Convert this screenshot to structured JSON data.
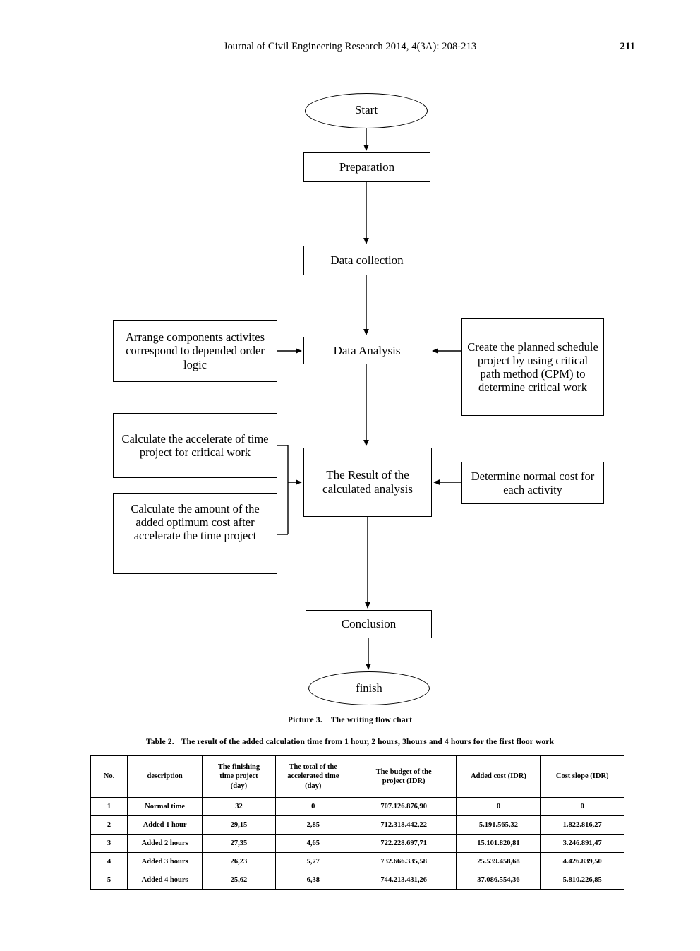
{
  "header": {
    "title": "Journal of Civil Engineering Research 2014, 4(3A): 208-213",
    "page_number": "211"
  },
  "flowchart": {
    "nodes": {
      "start": "Start",
      "preparation": "Preparation",
      "data_collection": "Data collection",
      "arrange_components": "Arrange components activites correspond to depended order logic",
      "data_analysis": "Data Analysis",
      "create_schedule": "Create the planned schedule project by using critical path method (CPM) to determine critical work",
      "calculate_accelerate": "Calculate the accelerate of time project for critical work",
      "result_analysis": "The Result of the calculated analysis",
      "determine_normal_cost": "Determine normal cost for each activity",
      "calculate_added_cost": "Calculate the amount of the added optimum cost after accelerate the time project",
      "conclusion": "Conclusion",
      "finish": "finish"
    }
  },
  "picture_caption": {
    "label": "Picture 3.",
    "text": "The writing flow chart"
  },
  "table_caption": {
    "label": "Table 2.",
    "text": "The result of the added calculation time from 1 hour, 2 hours, 3hours and 4 hours for the first floor work"
  },
  "table": {
    "headers": [
      "No.",
      "description",
      "The finishing time project (day)",
      "The total of the accelerated time (day)",
      "The budget of the project (IDR)",
      "Added cost (IDR)",
      "Cost slope (IDR)"
    ],
    "header_lines": {
      "h0": [
        "No."
      ],
      "h1": [
        "description"
      ],
      "h2": [
        "The finishing",
        "time project",
        "(day)"
      ],
      "h3": [
        "The total of the",
        "accelerated time",
        "(day)"
      ],
      "h4": [
        "The budget of the",
        "project (IDR)"
      ],
      "h5": [
        "Added cost (IDR)"
      ],
      "h6": [
        "Cost slope (IDR)"
      ]
    },
    "rows": [
      {
        "no": "1",
        "description": "Normal time",
        "finishing_time_day": "32",
        "accelerated_time_day": "0",
        "budget_idr": "707.126.876,90",
        "added_cost_idr": "0",
        "cost_slope_idr": "0"
      },
      {
        "no": "2",
        "description": "Added 1 hour",
        "finishing_time_day": "29,15",
        "accelerated_time_day": "2,85",
        "budget_idr": "712.318.442,22",
        "added_cost_idr": "5.191.565,32",
        "cost_slope_idr": "1.822.816,27"
      },
      {
        "no": "3",
        "description": "Added 2 hours",
        "finishing_time_day": "27,35",
        "accelerated_time_day": "4,65",
        "budget_idr": "722.228.697,71",
        "added_cost_idr": "15.101.820,81",
        "cost_slope_idr": "3.246.891,47"
      },
      {
        "no": "4",
        "description": "Added 3 hours",
        "finishing_time_day": "26,23",
        "accelerated_time_day": "5,77",
        "budget_idr": "732.666.335,58",
        "added_cost_idr": "25.539.458,68",
        "cost_slope_idr": "4.426.839,50"
      },
      {
        "no": "5",
        "description": "Added 4 hours",
        "finishing_time_day": "25,62",
        "accelerated_time_day": "6,38",
        "budget_idr": "744.213.431,26",
        "added_cost_idr": "37.086.554,36",
        "cost_slope_idr": "5.810.226,85"
      }
    ]
  },
  "colors": {
    "ink": "#000000",
    "paper": "#ffffff"
  }
}
